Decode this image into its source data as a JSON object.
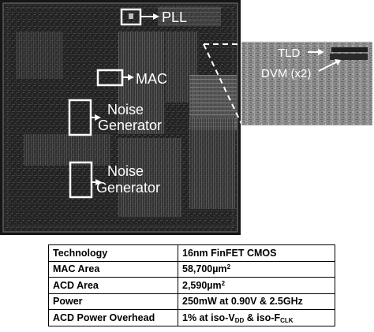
{
  "figure": {
    "labels": {
      "pll": "PLL",
      "mac": "MAC",
      "noise_generator_1": [
        "Noise",
        "Generator"
      ],
      "noise_generator_2": [
        "Noise",
        "Generator"
      ],
      "tld": "TLD",
      "dvm": "DVM (x2)"
    }
  },
  "table": {
    "rows": [
      {
        "param": "Technology",
        "value": [
          "16nm FinFET CMOS"
        ]
      },
      {
        "param": "MAC Area",
        "value": [
          "58,700",
          "µm",
          "2",
          ""
        ]
      },
      {
        "param": "ACD Area",
        "value": [
          "2,590",
          "µm",
          "2",
          ""
        ]
      },
      {
        "param": "Power",
        "value": [
          "250mW at 0.90V & 2.5GHz"
        ]
      },
      {
        "param": "ACD Power Overhead",
        "value": [
          "1% at iso-V",
          "DD",
          " & iso-F",
          "CLK"
        ]
      }
    ]
  }
}
